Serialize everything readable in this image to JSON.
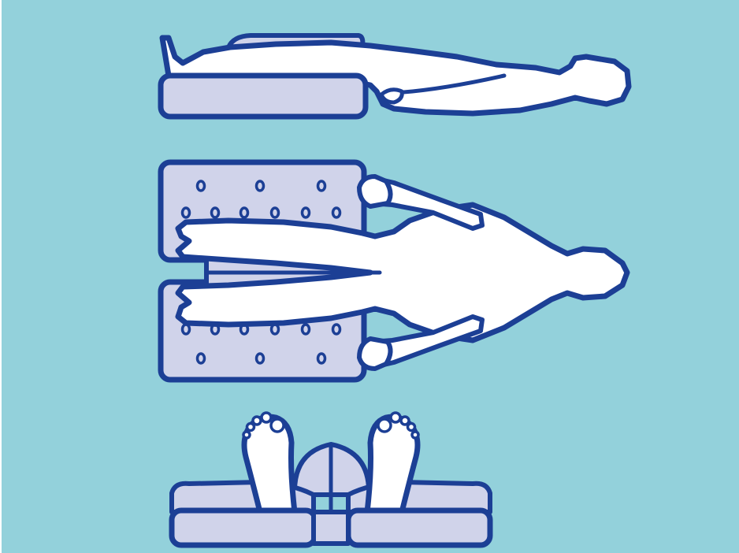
{
  "figure": {
    "views": [
      {
        "id": "side-view",
        "description_icon": "side-profile-icon"
      },
      {
        "id": "top-view",
        "description_icon": "top-down-icon"
      },
      {
        "id": "front-view",
        "description_icon": "feet-end-icon"
      }
    ]
  },
  "colors": {
    "background": "#93D1DB",
    "outline": "#1C3F95",
    "cushion": "#D0D3EA",
    "body": "#FFFFFF",
    "frame": "#FFFFFF"
  }
}
